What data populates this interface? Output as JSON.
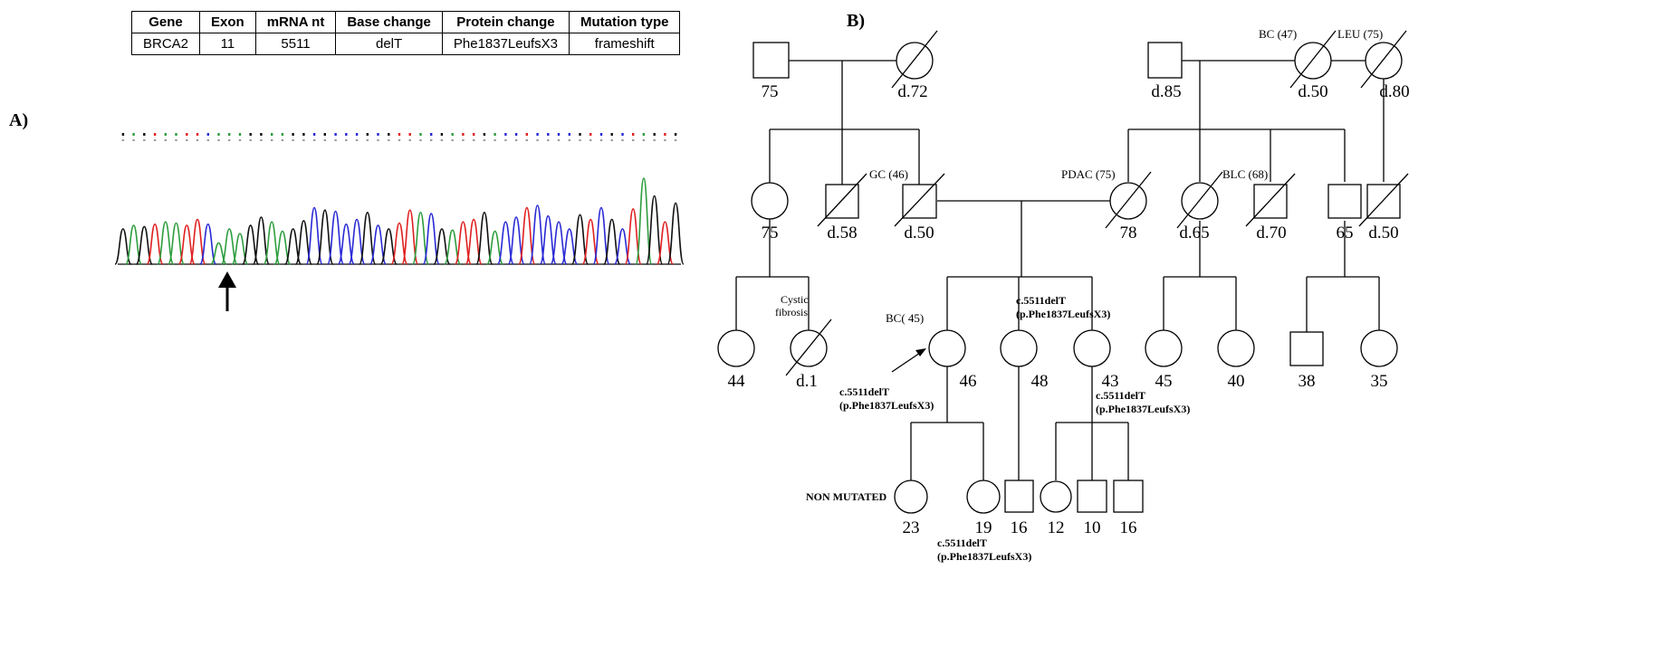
{
  "panels": {
    "a": "A)",
    "b": "B)"
  },
  "table": {
    "headers": [
      "Gene",
      "Exon",
      "mRNA nt",
      "Base change",
      "Protein change",
      "Mutation type"
    ],
    "row": [
      "BRCA2",
      "11",
      "5511",
      "delT",
      "Phe1837LeufsX3",
      "frameshift"
    ]
  },
  "chromatogram": {
    "colors": {
      "A": "#2e9e3e",
      "C": "#2a2ad6",
      "G": "#111111",
      "T": "#e02020"
    },
    "arrow_icon": "up-arrow-icon"
  },
  "pedigree": {
    "labels": {
      "g1_m1": "75",
      "g1_f1": "d.72",
      "g1_m2": "d.85",
      "g1_f2": "d.50",
      "g1_f2_dx": "BC (47)",
      "g1_f3": "d.80",
      "g1_f3_dx": "LEU (75)",
      "g2_f1": "75",
      "g2_m2": "d.58",
      "g2_m2_dx": "GC (46)",
      "g2_m3": "d.50",
      "g2_f4": "78",
      "g2_f4_dx": "PDAC (75)",
      "g2_f5": "d.65",
      "g2_f5_dx": "BLC (68)",
      "g2_m6": "d.70",
      "g2_m7": "65",
      "g2_m8": "d.50",
      "g3_f1": "44",
      "g3_f2": "d.1",
      "g3_f2_dx_1": "Cystic",
      "g3_f2_dx_2": "fibrosis",
      "proband_dx": "BC( 45)",
      "proband_age": "46",
      "g3_f4": "48",
      "g3_f5": "43",
      "g3_f6": "45",
      "g3_f7": "40",
      "g3_m8": "38",
      "g3_f9": "35",
      "g4_f1": "23",
      "g4_f2": "19",
      "g4_m3": "16",
      "g4_f4": "12",
      "g4_m5": "10",
      "g4_m6": "16",
      "non_mutated": "NON MUTATED"
    },
    "mutation_labels": {
      "proband_l1": "c.5511delT",
      "proband_l2": "(p.Phe1837LeufsX3)",
      "sib_l1": "c.5511delT",
      "sib_l2": "(p.Phe1837LeufsX3)",
      "f5_l1": "c.5511delT",
      "f5_l2": "(p.Phe1837LeufsX3)",
      "g4_l1": "c.5511delT",
      "g4_l2": "(p.Phe1837LeufsX3)"
    }
  }
}
